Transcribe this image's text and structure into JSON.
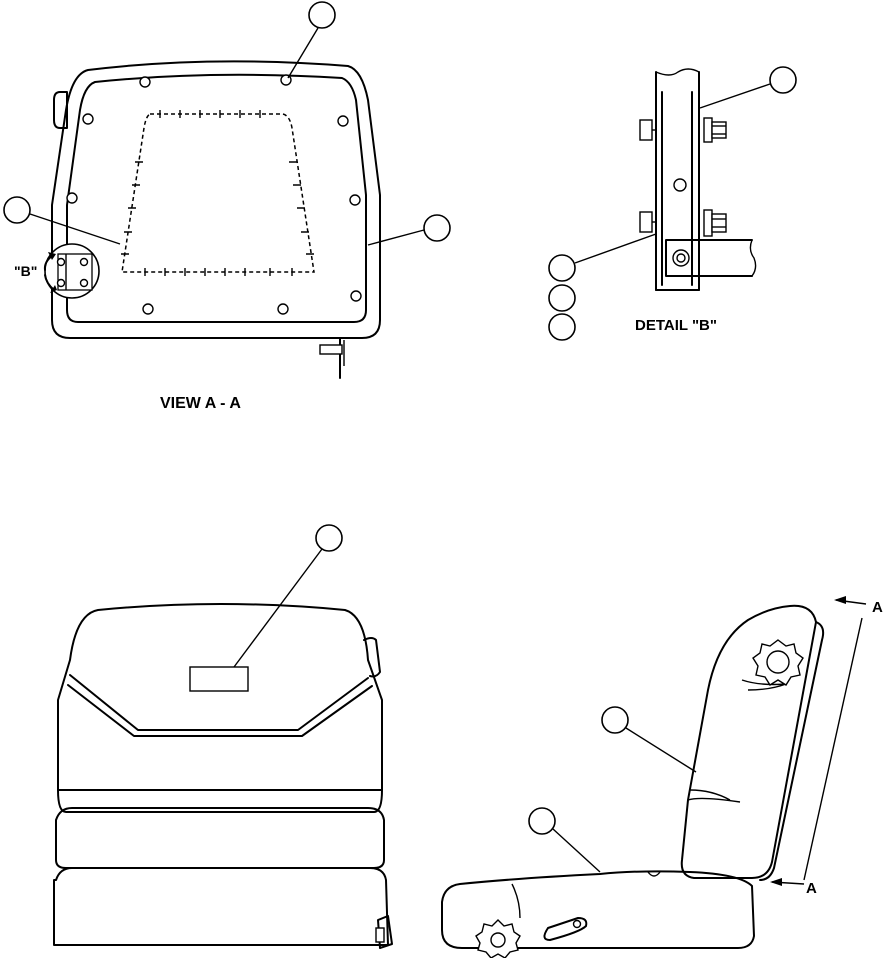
{
  "labels": {
    "view_title": "VIEW A - A",
    "detail_title": "DETAIL \"B\"",
    "detail_callout": "\"B\"",
    "section_mark_top": "A",
    "section_mark_bottom": "A"
  },
  "colors": {
    "ink": "#000000",
    "paper": "#ffffff"
  }
}
